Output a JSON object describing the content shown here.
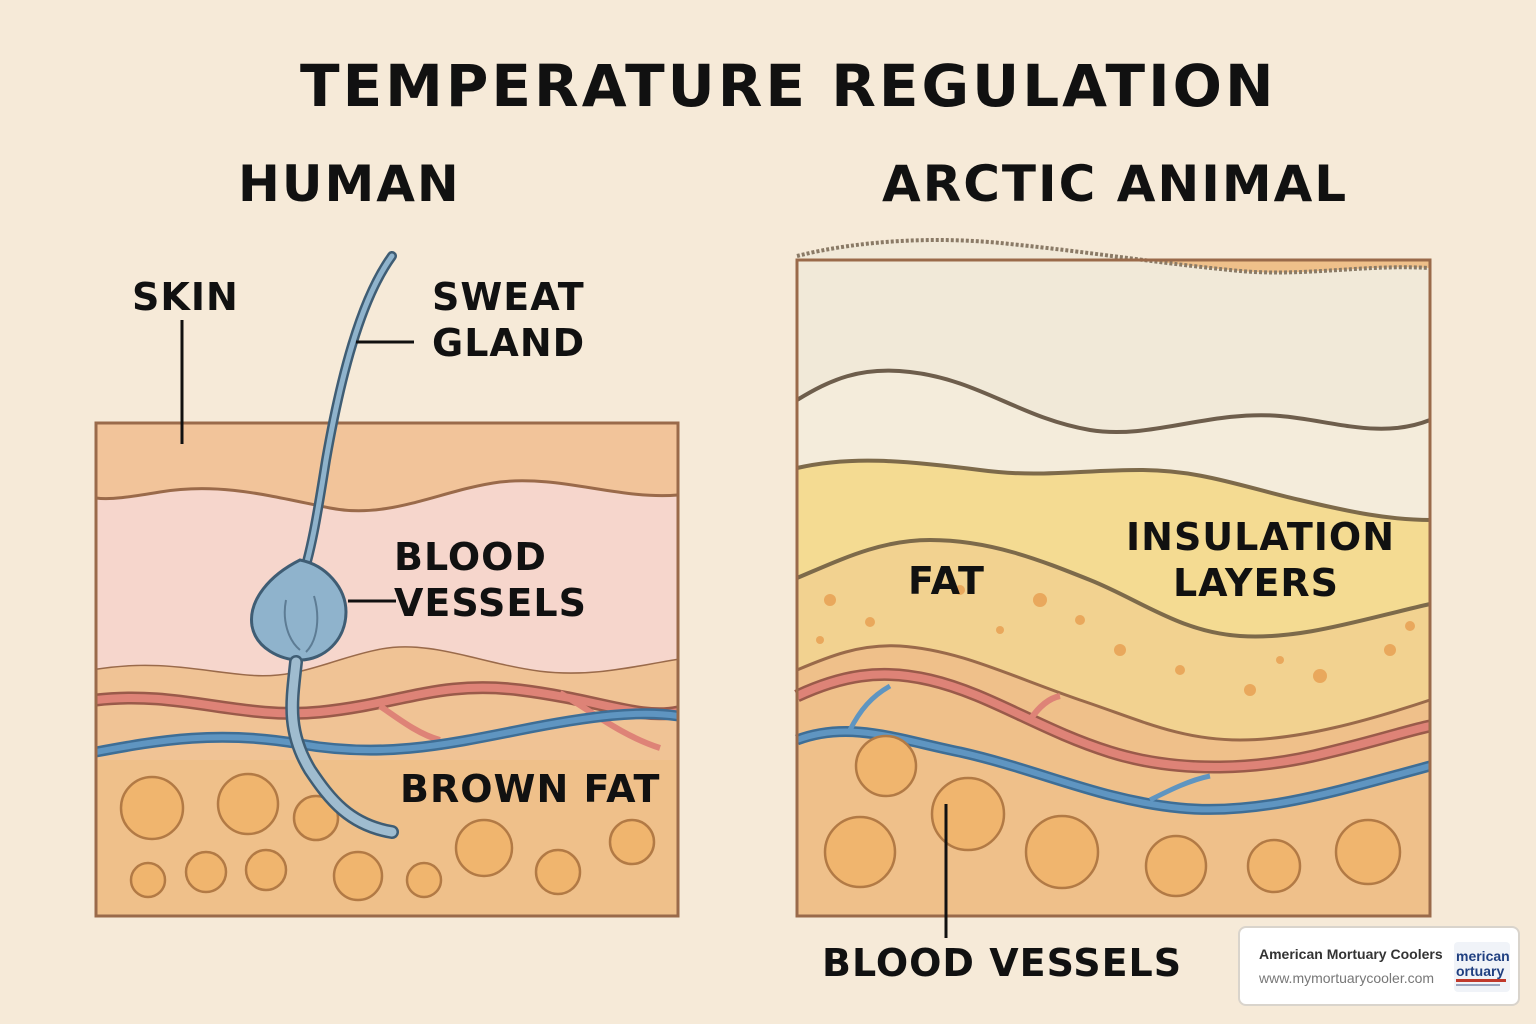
{
  "title": "TEMPERATURE REGULATION",
  "human": {
    "heading": "HUMAN",
    "labels": {
      "skin": "SKIN",
      "sweat_gland_line1": "SWEAT",
      "sweat_gland_line2": "GLAND",
      "blood_vessels_line1": "BLOOD",
      "blood_vessels_line2": "VESSELS",
      "brown_fat": "BROWN FAT"
    }
  },
  "arctic": {
    "heading": "ARCTIC ANIMAL",
    "labels": {
      "fat": "FAT",
      "insulation_line1": "INSULATION",
      "insulation_line2": "LAYERS",
      "blood_vessels": "BLOOD VESSELS"
    }
  },
  "badge": {
    "name": "American Mortuary Coolers",
    "url": "www.mymortuarycooler.com",
    "logo_line1": "merican",
    "logo_line2": "ortuary"
  },
  "colors": {
    "background": "#f6ead8",
    "skin_layer": "#f2c49a",
    "dermis": "#f6d6cc",
    "fat_layer": "#efc08a",
    "fat_cell": "#f0b56e",
    "artery": "#de8377",
    "vein": "#5f95c1",
    "sweat_gland": "#8fb3cc",
    "fur": "#f1e9d8",
    "insulation": "#f4db92",
    "outline": "#9a6a4a"
  }
}
